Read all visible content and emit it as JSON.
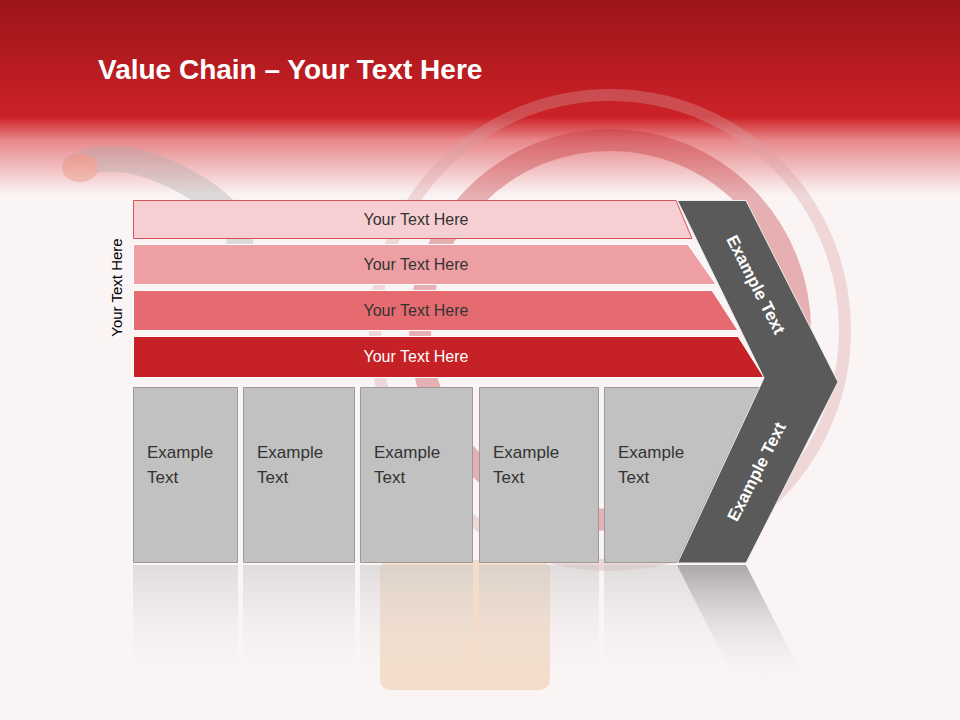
{
  "diagram": {
    "title": "Value Chain – Your Text Here",
    "nodes": [
      {
        "text": [
          "Your Text Here"
        ]
      },
      {
        "text": [
          "Your Text Here"
        ]
      },
      {
        "text": [
          "Your Text Here"
        ]
      },
      {
        "text": [
          "Your Text Here"
        ]
      },
      {
        "text": [
          "Example Text"
        ]
      },
      {
        "text": [
          "Example Text"
        ]
      },
      {
        "text": [
          "Example Text"
        ]
      },
      {
        "text": [
          "Example Text"
        ]
      },
      {
        "text": [
          "Example Text"
        ]
      },
      {
        "text": [
          "Example Text",
          "Example Text"
        ]
      }
    ],
    "labels": [
      "Your Text Here"
    ]
  }
}
